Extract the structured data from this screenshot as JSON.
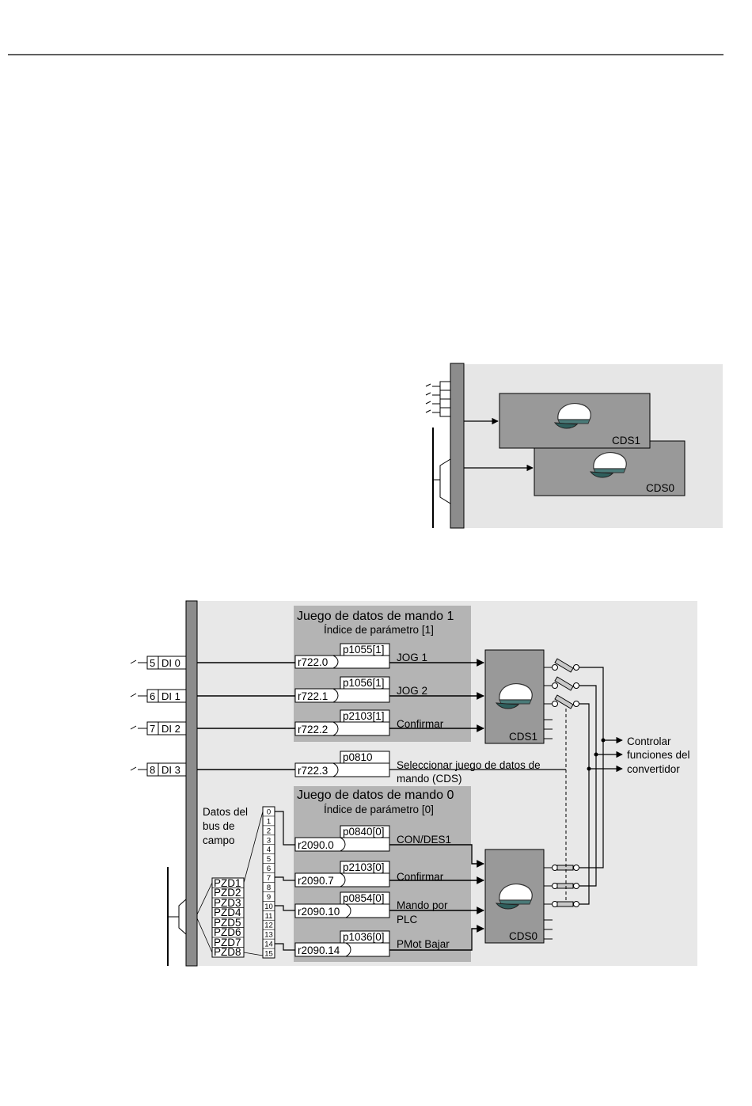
{
  "top_diagram": {
    "cds_front": "CDS1",
    "cds_back": "CDS0"
  },
  "bottom_diagram": {
    "inputs": [
      {
        "num": "5",
        "label": "DI 0"
      },
      {
        "num": "6",
        "label": "DI 1"
      },
      {
        "num": "7",
        "label": "DI 2"
      },
      {
        "num": "8",
        "label": "DI 3"
      }
    ],
    "group1": {
      "title": "Juego de datos de mando 1",
      "subtitle": "Índice de parámetro [1]",
      "rows": [
        {
          "param": "p1055[1]",
          "source": "r722.0",
          "func": "JOG 1"
        },
        {
          "param": "p1056[1]",
          "source": "r722.1",
          "func": "JOG 2"
        },
        {
          "param": "p2103[1]",
          "source": "r722.2",
          "func": "Confirmar"
        }
      ]
    },
    "select_row": {
      "param": "p0810",
      "source": "r722.3",
      "func_line1": "Seleccionar juego de datos de",
      "func_line2": "mando (CDS)"
    },
    "group0": {
      "title": "Juego de datos de mando 0",
      "subtitle": "Índice de parámetro [0]",
      "rows": [
        {
          "param": "p0840[0]",
          "source": "r2090.0",
          "func": "CON/DES1",
          "func2": ""
        },
        {
          "param": "p2103[0]",
          "source": "r2090.7",
          "func": "Confirmar",
          "func2": ""
        },
        {
          "param": "p0854[0]",
          "source": "r2090.10",
          "func": "Mando por",
          "func2": "PLC"
        },
        {
          "param": "p1036[0]",
          "source": "r2090.14",
          "func": "PMot Bajar",
          "func2": ""
        }
      ]
    },
    "fieldbus_label": [
      "Datos del",
      "bus de",
      "campo"
    ],
    "pzd": [
      "PZD1",
      "PZD2",
      "PZD3",
      "PZD4",
      "PZD5",
      "PZD6",
      "PZD7",
      "PZD8"
    ],
    "bits": [
      "0",
      "1",
      "2",
      "3",
      "4",
      "5",
      "6",
      "7",
      "8",
      "9",
      "10",
      "11",
      "12",
      "13",
      "14",
      "15"
    ],
    "cds1": "CDS1",
    "cds0": "CDS0",
    "output_label": [
      "Controlar",
      "funciones del",
      "convertidor"
    ]
  }
}
